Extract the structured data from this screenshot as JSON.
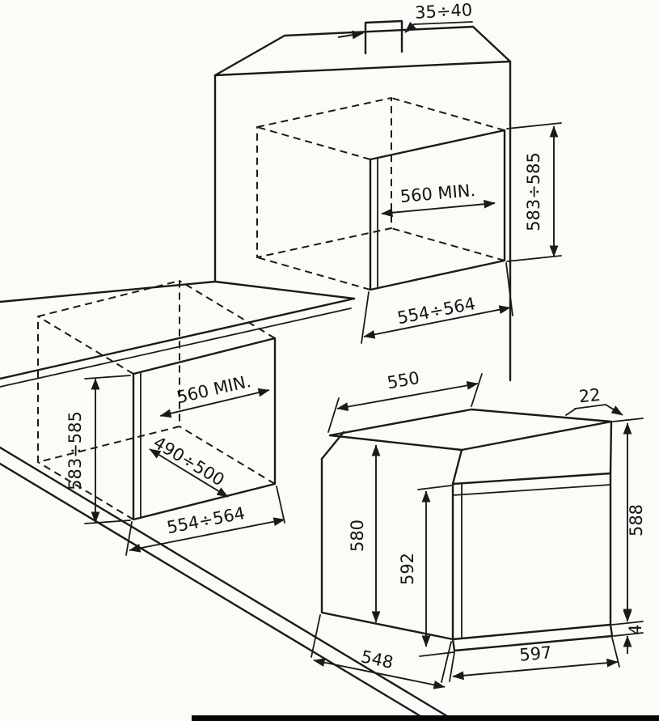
{
  "diagram": {
    "background_color": "#fbfbf8",
    "line_color": "#1a1a1a",
    "tall_unit": {
      "top_clearance": "35÷40",
      "recess_depth": "560 MIN.",
      "recess_height": "583÷585",
      "recess_width": "554÷564"
    },
    "base_unit": {
      "recess_depth": "560 MIN.",
      "plinth_depth": "490÷500",
      "recess_height": "583÷585",
      "recess_width": "554÷564"
    },
    "oven": {
      "top_width": "550",
      "fascia_overhang": "22",
      "side_height": "588",
      "body_height": "580",
      "front_height": "592",
      "bottom_trim": "4",
      "body_depth": "548",
      "front_width": "597"
    }
  }
}
